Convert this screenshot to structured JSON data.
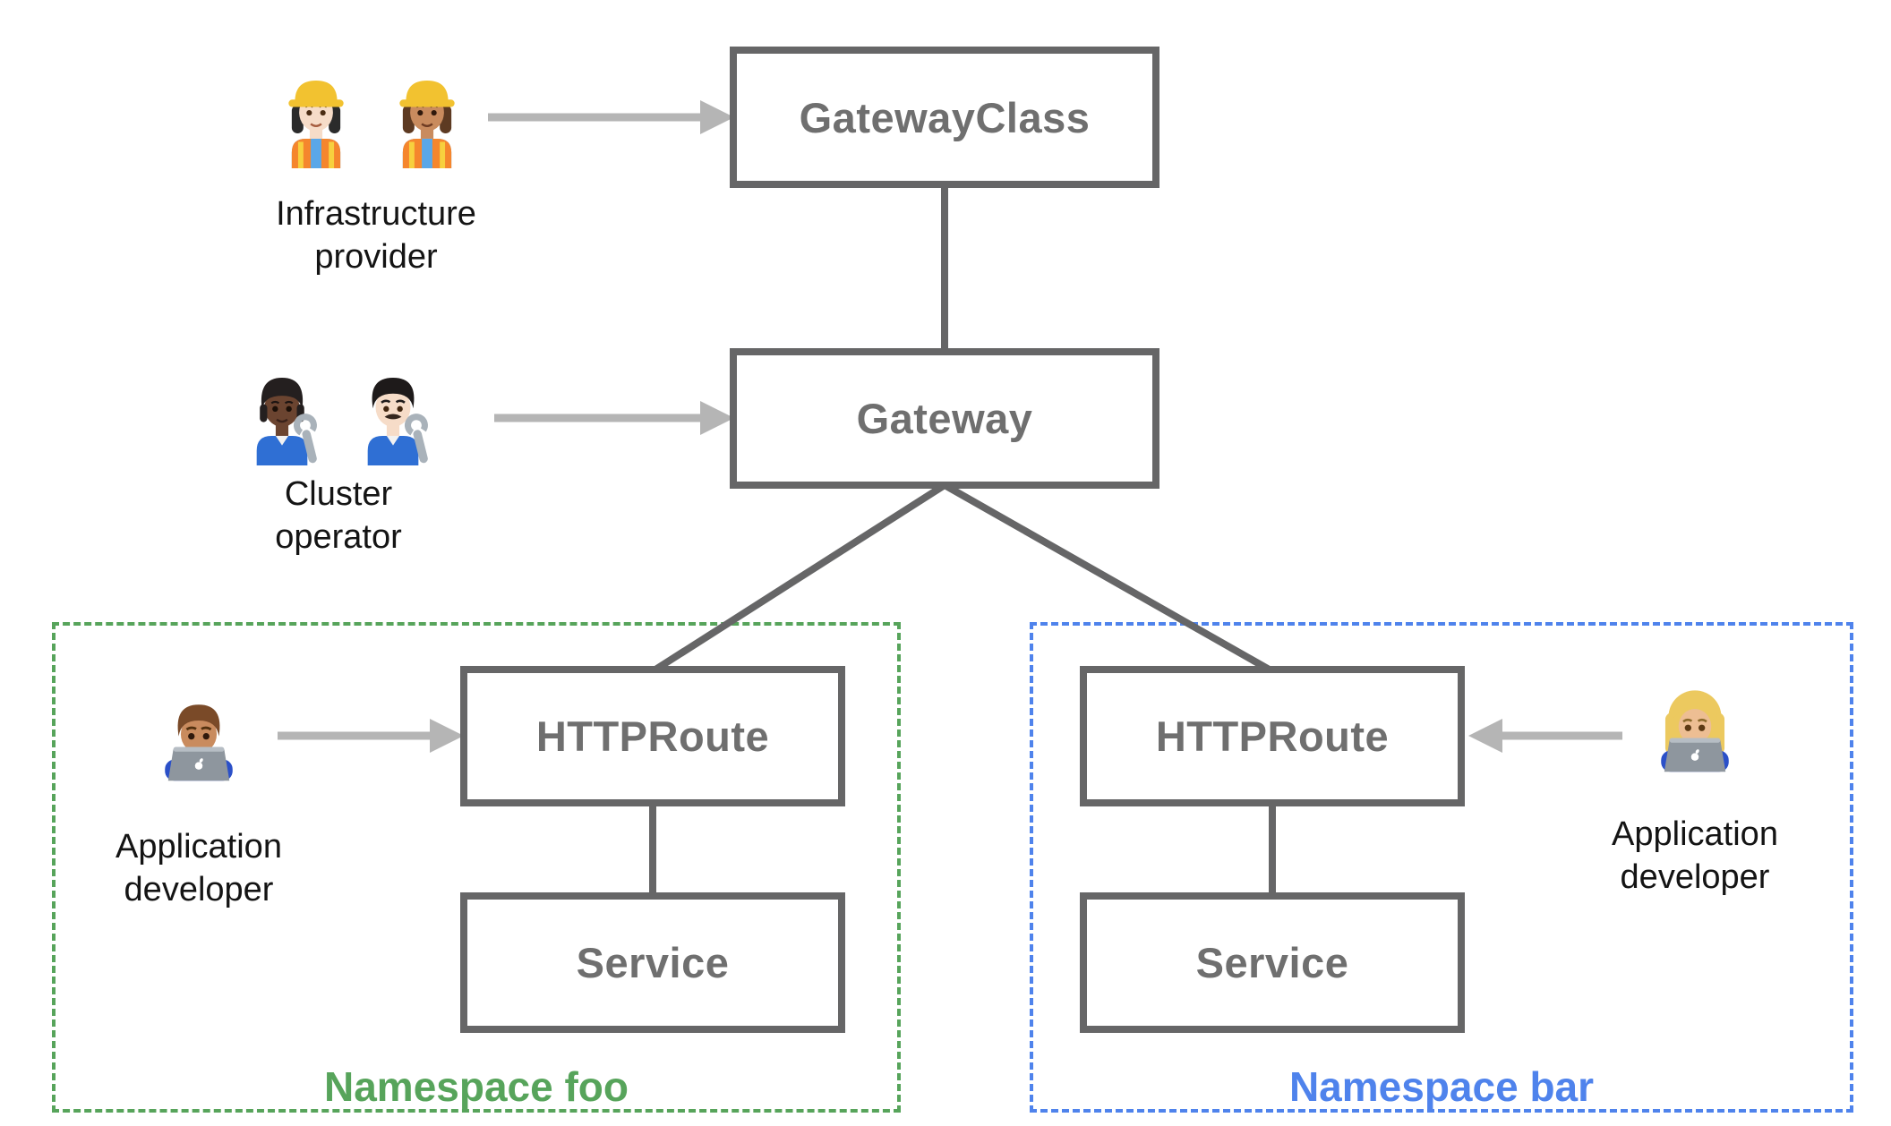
{
  "boxes": {
    "gateway_class": "GatewayClass",
    "gateway": "Gateway",
    "httproute_foo": "HTTPRoute",
    "service_foo": "Service",
    "httproute_bar": "HTTPRoute",
    "service_bar": "Service"
  },
  "namespaces": {
    "foo": {
      "label": "Namespace foo",
      "color": "#57a45b"
    },
    "bar": {
      "label": "Namespace bar",
      "color": "#4f83ec"
    }
  },
  "personas": {
    "infrastructure_provider": {
      "line1": "Infrastructure",
      "line2": "provider",
      "icons": [
        "woman-construction-worker-light-skin",
        "woman-construction-worker-medium-skin"
      ]
    },
    "cluster_operator": {
      "line1": "Cluster",
      "line2": "operator",
      "icons": [
        "person-mechanic-dark-skin",
        "man-mechanic-light-skin"
      ]
    },
    "app_developer_foo": {
      "line1": "Application",
      "line2": "developer",
      "icons": [
        "man-technologist-medium-skin"
      ]
    },
    "app_developer_bar": {
      "line1": "Application",
      "line2": "developer",
      "icons": [
        "woman-technologist-light-skin"
      ]
    }
  },
  "colors": {
    "box_border": "#666667",
    "box_label": "#6f6f6f",
    "connector": "#666667",
    "arrow": "#b5b5b5",
    "namespace_foo": "#57a45b",
    "namespace_bar": "#4f83ec",
    "persona_label": "#141414",
    "background": "#ffffff"
  }
}
